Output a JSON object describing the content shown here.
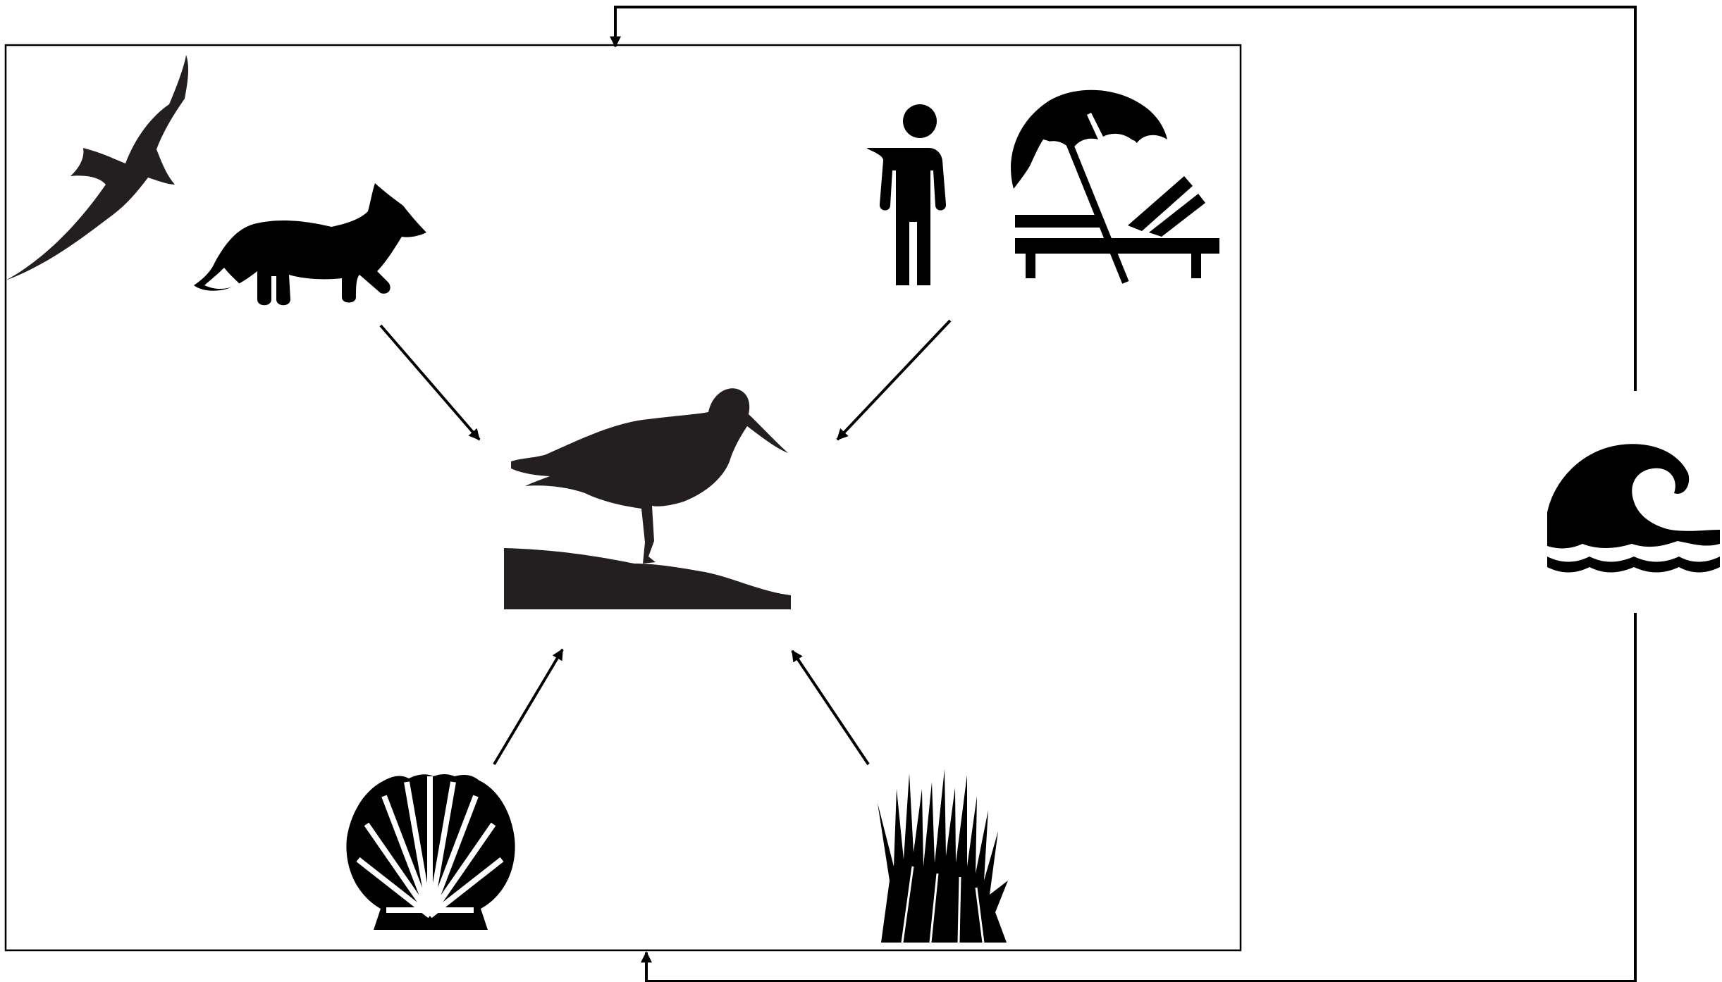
{
  "diagram": {
    "type": "ecological-influence-diagram",
    "labels": [],
    "colors": {
      "ink": "#231f20",
      "line": "#000000",
      "background": "#ffffff"
    },
    "nodes": [
      {
        "id": "gull",
        "icon": "seabird-flying-icon",
        "group": "predators"
      },
      {
        "id": "fox",
        "icon": "fox-icon",
        "group": "predators"
      },
      {
        "id": "person",
        "icon": "person-icon",
        "group": "human-disturbance"
      },
      {
        "id": "beach",
        "icon": "beach-umbrella-lounger-icon",
        "group": "human-disturbance"
      },
      {
        "id": "shorebird",
        "icon": "shorebird-on-dune-icon",
        "group": "focal-species"
      },
      {
        "id": "shell",
        "icon": "scallop-shell-icon",
        "group": "prey"
      },
      {
        "id": "grass",
        "icon": "dune-grass-icon",
        "group": "habitat"
      },
      {
        "id": "wave",
        "icon": "ocean-wave-icon",
        "group": "external-driver"
      }
    ],
    "edges": [
      {
        "from": "predators",
        "to": "shorebird"
      },
      {
        "from": "human-disturbance",
        "to": "shorebird"
      },
      {
        "from": "prey",
        "to": "shorebird"
      },
      {
        "from": "habitat",
        "to": "shorebird"
      },
      {
        "from": "wave",
        "to": "system-box",
        "via": "top"
      },
      {
        "from": "wave",
        "to": "system-box",
        "via": "bottom"
      }
    ]
  }
}
